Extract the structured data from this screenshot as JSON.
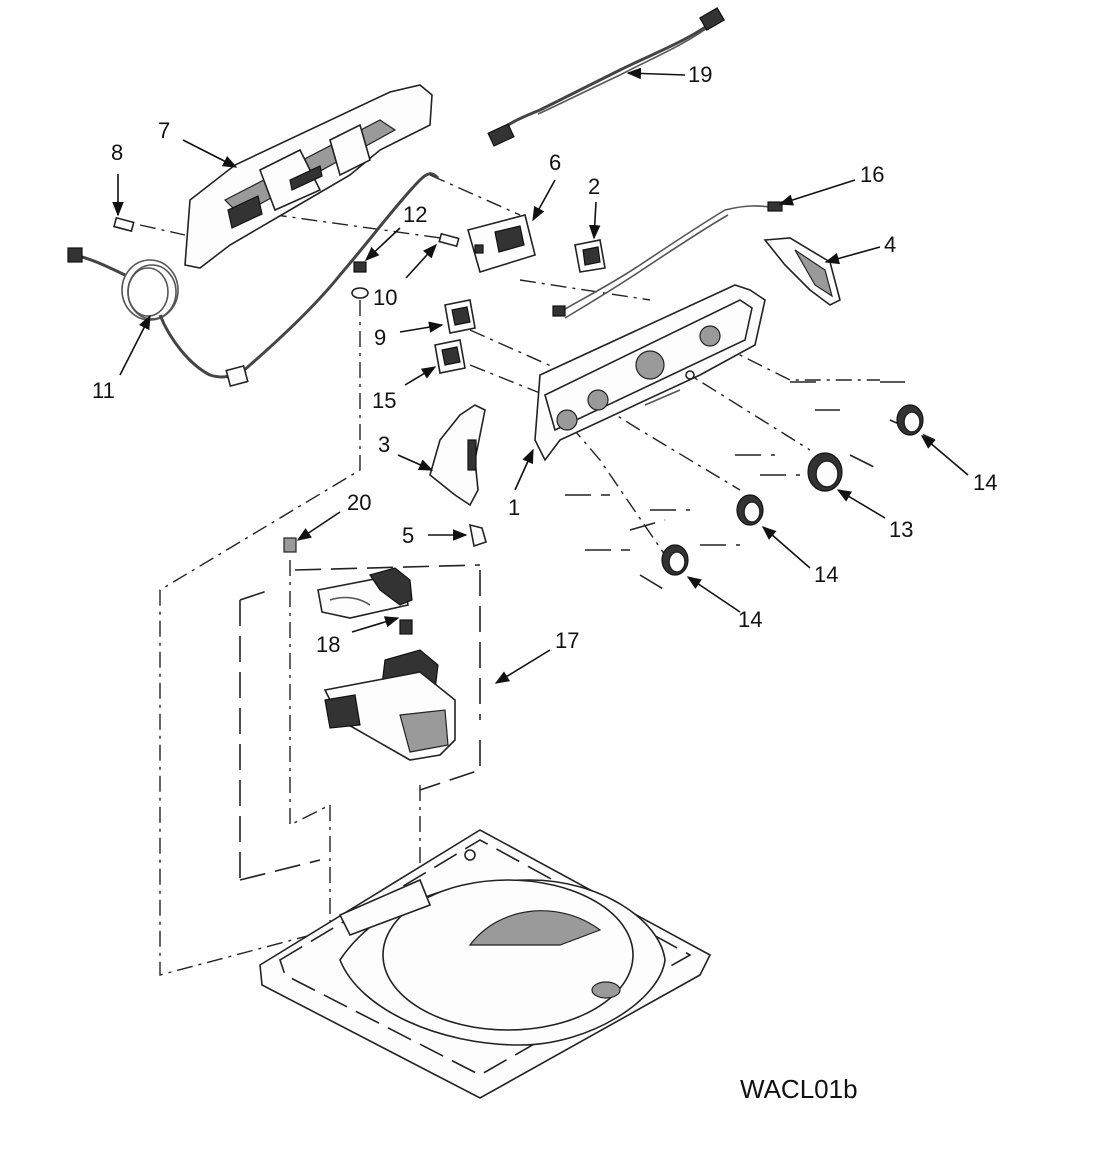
{
  "diagram": {
    "code": "WACL01b",
    "callouts": [
      {
        "id": "c1",
        "text": "1"
      },
      {
        "id": "c2",
        "text": "2"
      },
      {
        "id": "c3",
        "text": "3"
      },
      {
        "id": "c4",
        "text": "4"
      },
      {
        "id": "c5",
        "text": "5"
      },
      {
        "id": "c6",
        "text": "6"
      },
      {
        "id": "c7",
        "text": "7"
      },
      {
        "id": "c8",
        "text": "8"
      },
      {
        "id": "c9",
        "text": "9"
      },
      {
        "id": "c10",
        "text": "10"
      },
      {
        "id": "c11",
        "text": "11"
      },
      {
        "id": "c12",
        "text": "12"
      },
      {
        "id": "c13",
        "text": "13"
      },
      {
        "id": "c14a",
        "text": "14"
      },
      {
        "id": "c14b",
        "text": "14"
      },
      {
        "id": "c14c",
        "text": "14"
      },
      {
        "id": "c15",
        "text": "15"
      },
      {
        "id": "c16",
        "text": "16"
      },
      {
        "id": "c17",
        "text": "17"
      },
      {
        "id": "c18",
        "text": "18"
      },
      {
        "id": "c19",
        "text": "19"
      },
      {
        "id": "c20",
        "text": "20"
      }
    ]
  }
}
